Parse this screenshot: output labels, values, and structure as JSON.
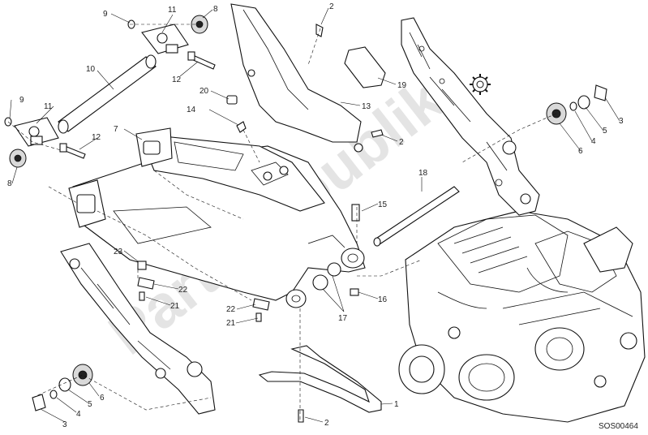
{
  "diagram": {
    "code": "SOS00464",
    "watermark": "PartsRepublik",
    "callouts": [
      {
        "id": "c-9a",
        "text": "9"
      },
      {
        "id": "c-11a",
        "text": "11"
      },
      {
        "id": "c-8a",
        "text": "8"
      },
      {
        "id": "c-2a",
        "text": "2"
      },
      {
        "id": "c-10",
        "text": "10"
      },
      {
        "id": "c-12a",
        "text": "12"
      },
      {
        "id": "c-19",
        "text": "19"
      },
      {
        "id": "c-20",
        "text": "20"
      },
      {
        "id": "c-13",
        "text": "13"
      },
      {
        "id": "c-9b",
        "text": "9"
      },
      {
        "id": "c-11b",
        "text": "11"
      },
      {
        "id": "c-14",
        "text": "14"
      },
      {
        "id": "c-7",
        "text": "7"
      },
      {
        "id": "c-12b",
        "text": "12"
      },
      {
        "id": "c-2b",
        "text": "2"
      },
      {
        "id": "c-3a",
        "text": "3"
      },
      {
        "id": "c-5a",
        "text": "5"
      },
      {
        "id": "c-4a",
        "text": "4"
      },
      {
        "id": "c-6a",
        "text": "6"
      },
      {
        "id": "c-8b",
        "text": "8"
      },
      {
        "id": "c-18",
        "text": "18"
      },
      {
        "id": "c-15",
        "text": "15"
      },
      {
        "id": "c-23",
        "text": "23"
      },
      {
        "id": "c-22a",
        "text": "22"
      },
      {
        "id": "c-21a",
        "text": "21"
      },
      {
        "id": "c-22b",
        "text": "22"
      },
      {
        "id": "c-21b",
        "text": "21"
      },
      {
        "id": "c-17",
        "text": "17"
      },
      {
        "id": "c-16",
        "text": "16"
      },
      {
        "id": "c-6b",
        "text": "6"
      },
      {
        "id": "c-5b",
        "text": "5"
      },
      {
        "id": "c-4b",
        "text": "4"
      },
      {
        "id": "c-3b",
        "text": "3"
      },
      {
        "id": "c-1",
        "text": "1"
      },
      {
        "id": "c-2c",
        "text": "2"
      }
    ]
  }
}
